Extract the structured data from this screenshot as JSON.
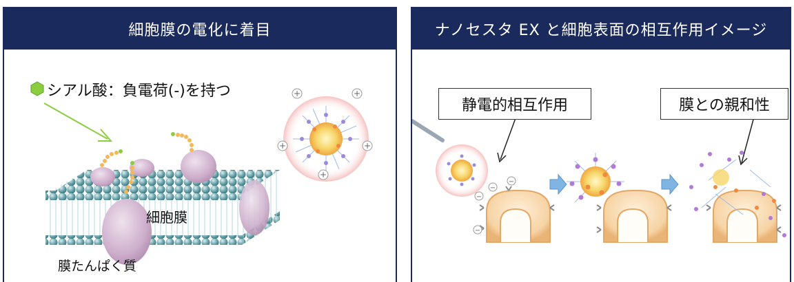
{
  "left_panel": {
    "title": "細胞膜の電化に着目",
    "sialic_label": "シアル酸：負電荷(-)を持つ",
    "membrane_label": "細胞膜",
    "protein_label": "膜たんぱく質"
  },
  "right_panel": {
    "title": "ナノセスタ EX と細胞表面の相互作用イメージ",
    "callout_1": "静電的相互作用",
    "callout_2": "膜との親和性"
  },
  "colors": {
    "header_bg": "#1b2a5c",
    "lipid_head": "#6fa6ad",
    "protein": "#cdaecb",
    "cell": "#f6d3a4",
    "arrow_green": "#8ccc3f",
    "flow_arrow": "#7fb4e3"
  },
  "icons": [
    "sialic-acid-icon",
    "flow-arrow-icon",
    "lipid-bilayer",
    "nanoparticle-icon",
    "cell-icon"
  ],
  "charges": {
    "positive": "+",
    "negative": "⊖"
  }
}
